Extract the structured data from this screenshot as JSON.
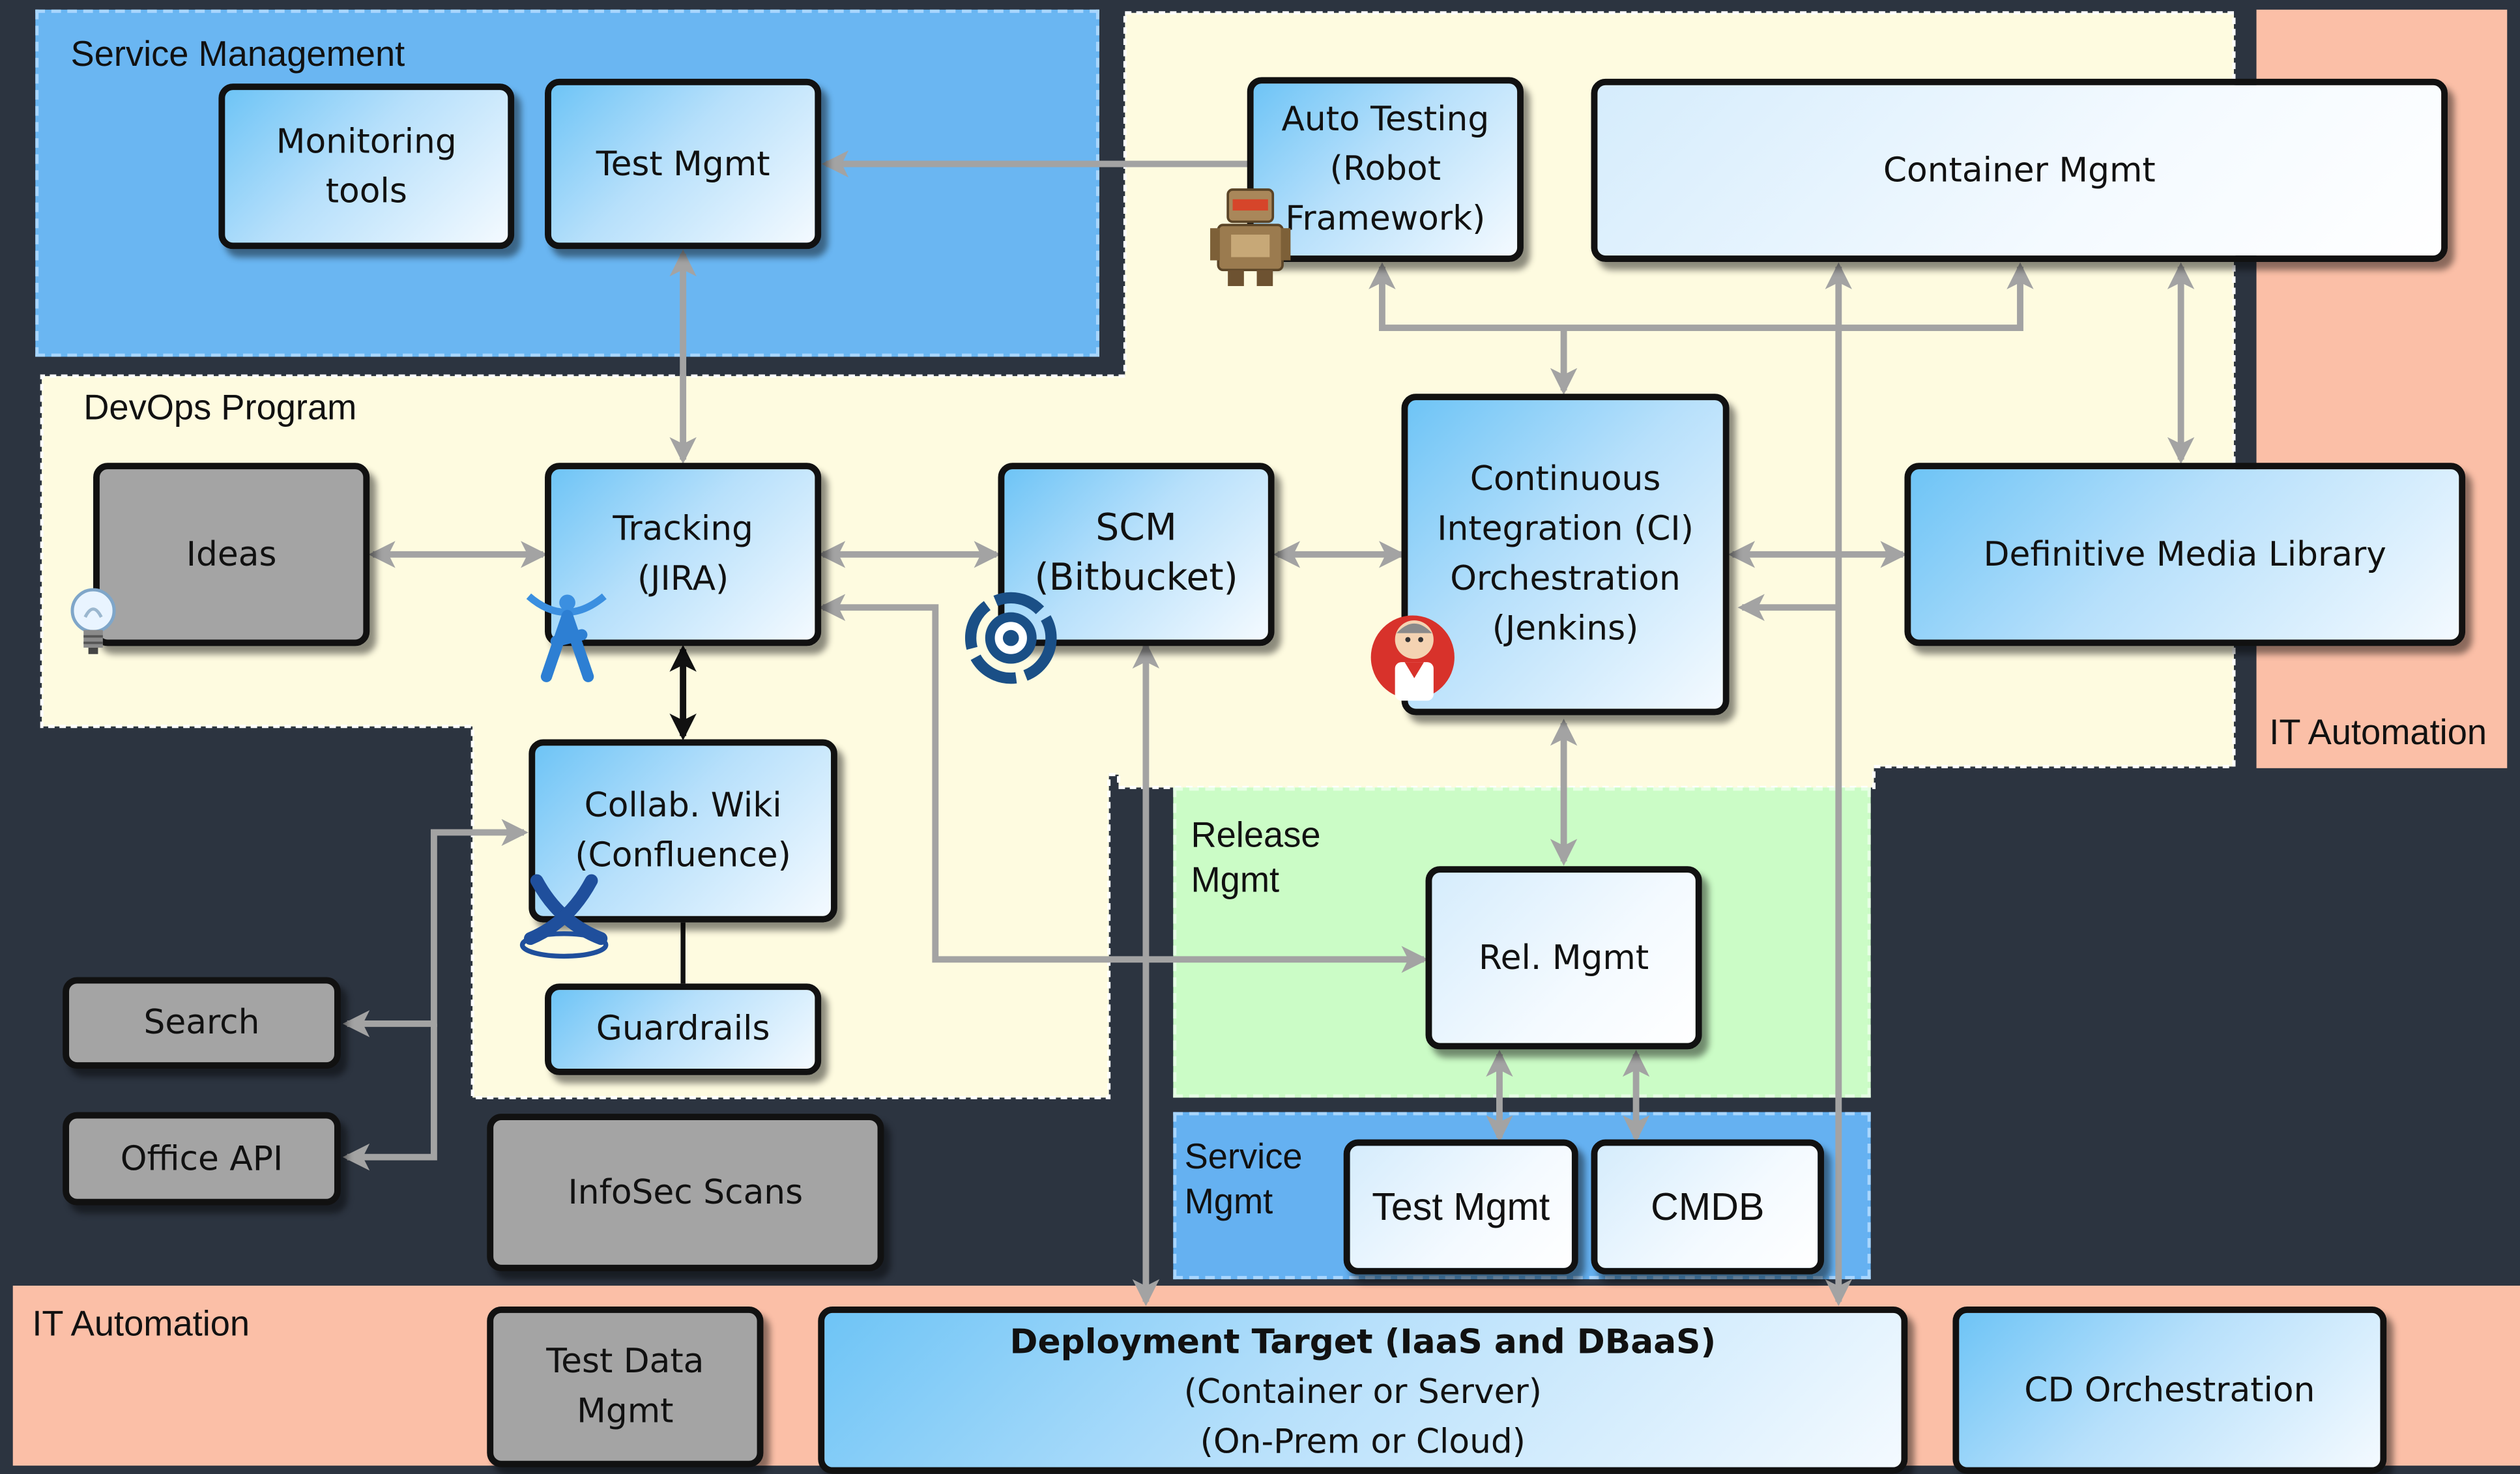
{
  "regions": {
    "service_management": "Service Management",
    "devops_program": "DevOps Program",
    "it_automation_right": "IT Automation",
    "release_mgmt": "Release\nMgmt",
    "service_mgmt_small": "Service\nMgmt",
    "it_automation_bottom": "IT Automation"
  },
  "boxes": {
    "monitoring_tools": "Monitoring\ntools",
    "test_mgmt_top": "Test Mgmt",
    "auto_testing": "Auto Testing\n(Robot\nFramework)",
    "container_mgmt": "Container Mgmt",
    "ideas": "Ideas",
    "tracking": "Tracking\n(JIRA)",
    "scm": "SCM\n(Bitbucket)",
    "ci_orchestration": "Continuous\nIntegration (CI)\nOrchestration\n(Jenkins)",
    "dml": "Definitive Media Library",
    "collab_wiki": "Collab. Wiki\n(Confluence)",
    "guardrails": "Guardrails",
    "search": "Search",
    "office_api": "Office API",
    "infosec_scans": "InfoSec Scans",
    "rel_mgmt": "Rel. Mgmt",
    "test_mgmt_bottom": "Test Mgmt",
    "cmdb": "CMDB",
    "test_data_mgmt": "Test Data\nMgmt",
    "deployment_target_title": "Deployment Target (IaaS and DBaaS)",
    "deployment_target_line2": "(Container or Server)",
    "deployment_target_line3": "(On-Prem or Cloud)",
    "cd_orchestration": "CD Orchestration"
  },
  "icons": [
    "lightbulb-icon",
    "jira-icon",
    "bitbucket-icon",
    "jenkins-icon",
    "robot-icon",
    "confluence-icon"
  ],
  "colors": {
    "background": "#2c3440",
    "service_management": "#6ab6f2",
    "devops_program": "#fefbe0",
    "it_automation": "#fbbfa7",
    "release_mgmt": "#cbfcc6",
    "service_mgmt_small": "#65b1f1",
    "connector": "#a3a3a3"
  }
}
